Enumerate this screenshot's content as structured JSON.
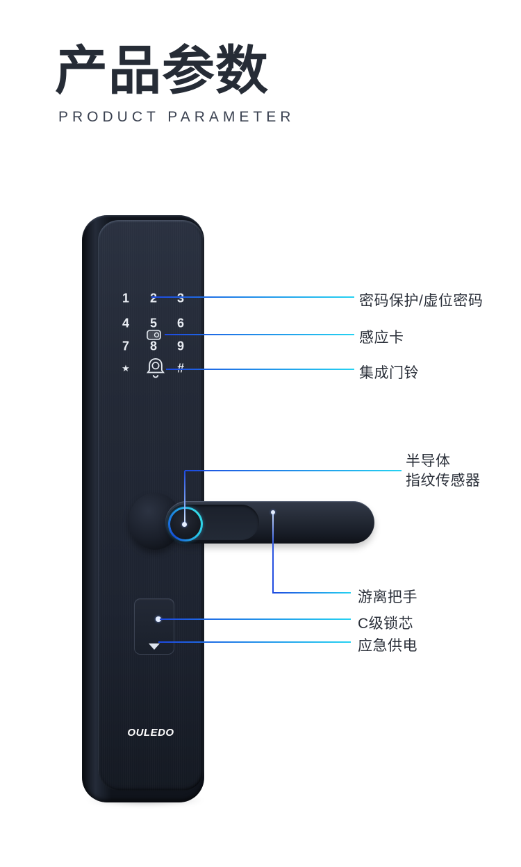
{
  "header": {
    "title": "产品参数",
    "subtitle": "PRODUCT PARAMETER"
  },
  "lock": {
    "brand": "OULEDO",
    "keys": [
      "1",
      "2",
      "3",
      "4",
      "5",
      "6",
      "7",
      "8",
      "9",
      "★",
      "#"
    ],
    "icons": {
      "card_icon": "rfid-card",
      "bell_icon": "doorbell",
      "triangle_icon": "panel-open-indicator",
      "fingerprint_icon": "fingerprint-sensor-ring"
    }
  },
  "callouts": {
    "password": {
      "label": "密码保护/虚位密码"
    },
    "card": {
      "label": "感应卡"
    },
    "doorbell": {
      "label": "集成门铃"
    },
    "fingerprint": {
      "label_line1": "半导体",
      "label_line2": "指纹传感器"
    },
    "handle": {
      "label": "游离把手"
    },
    "cylinder": {
      "label": "C级锁芯"
    },
    "power": {
      "label": "应急供电"
    }
  },
  "colors": {
    "title_color": "#262c36",
    "subtitle_color": "#3a4150",
    "label_color": "#2b303a",
    "line_blue": "#1d49e0",
    "line_cyan": "#25d2f2",
    "lock_face": "#232936",
    "key_color": "#e9edf3",
    "ring_blue": "#1550d8",
    "ring_cyan": "#35dce6",
    "brand_color": "#ffffff"
  }
}
